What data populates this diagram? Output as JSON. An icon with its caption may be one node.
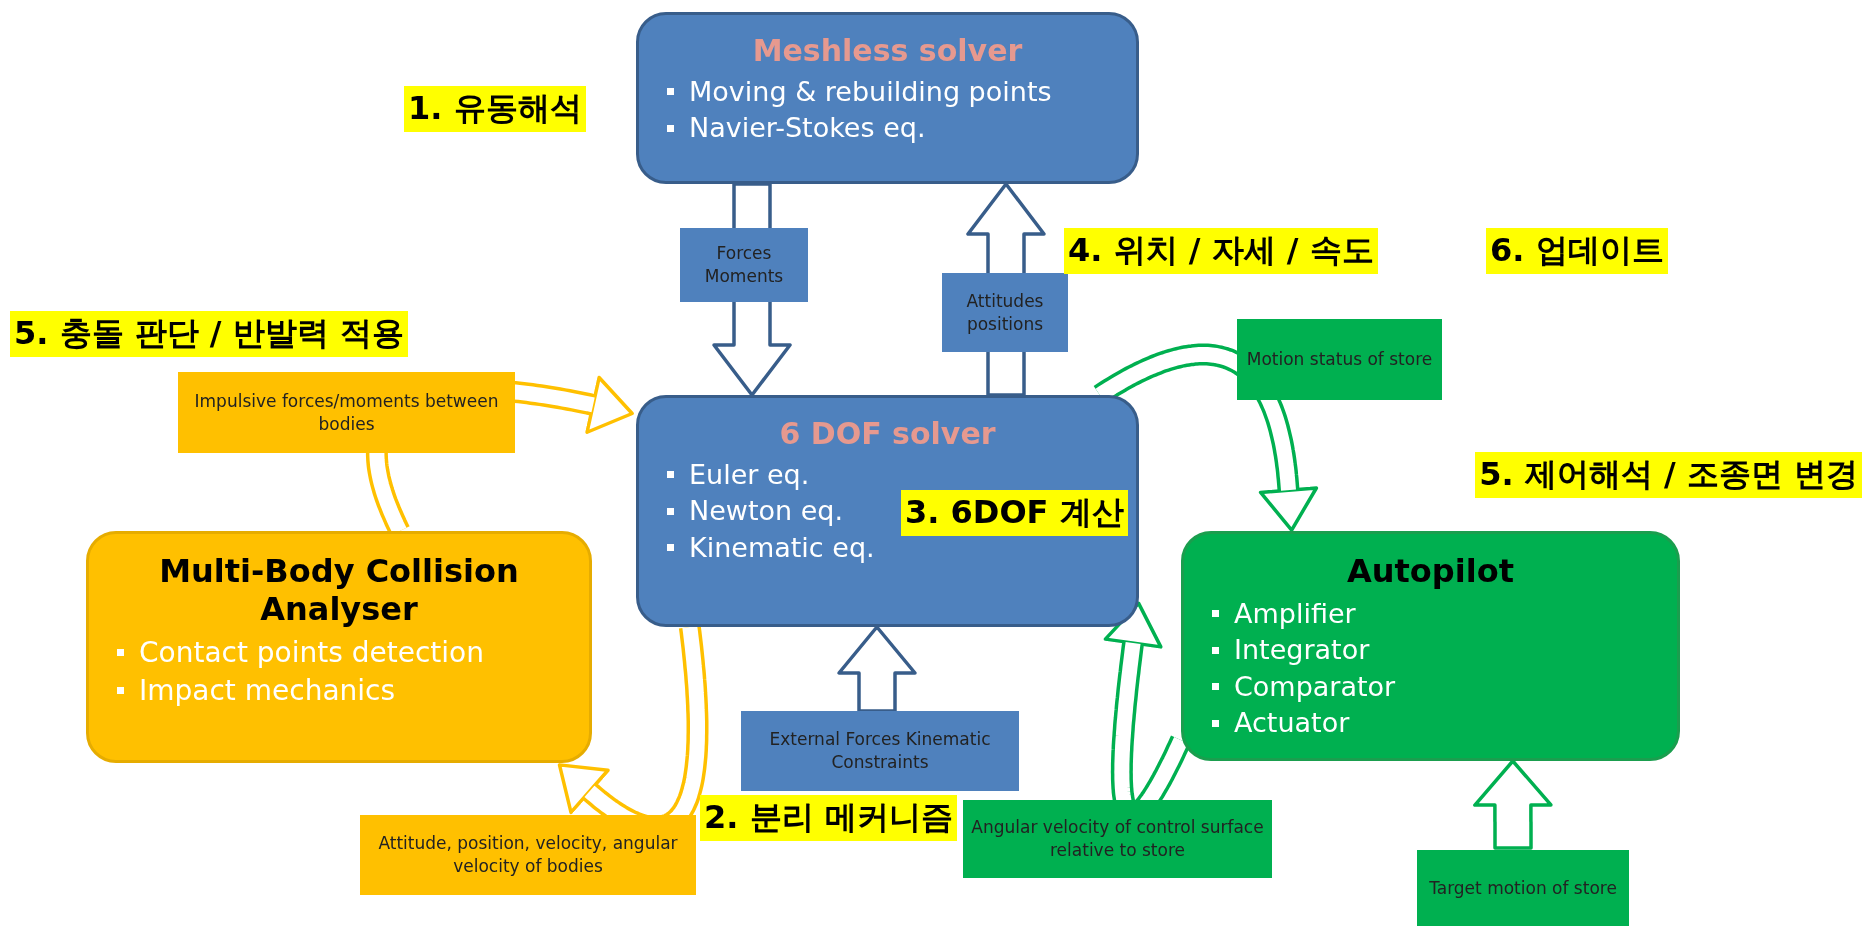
{
  "diagram": {
    "nodes": [
      {
        "text": [
          "Meshless solver",
          "Moving & rebuilding points",
          "Navier-Stokes eq."
        ]
      },
      {
        "text": [
          "6 DOF solver",
          "Euler eq.",
          "Newton eq.",
          "Kinematic eq."
        ]
      },
      {
        "text": [
          "Multi-Body Collision Analyser",
          "Contact points detection",
          "Impact mechanics"
        ]
      },
      {
        "text": [
          "Autopilot",
          "Amplifier",
          "Integrator",
          "Comparator",
          "Actuator"
        ]
      }
    ],
    "edges": [
      {
        "from": 0,
        "to": 1,
        "arrow": "to",
        "label": "Forces Moments"
      },
      {
        "from": 1,
        "to": 0,
        "arrow": "to",
        "label": "Attitudes positions"
      },
      {
        "from": null,
        "to": 1,
        "arrow": "to",
        "label": "External Forces Kinematic Constraints"
      },
      {
        "from": 1,
        "to": 3,
        "arrow": "to",
        "label": "Motion status of store",
        "color": "#00b050"
      },
      {
        "from": 3,
        "to": 1,
        "arrow": "to",
        "label": "Angular velocity of control surface relative to store",
        "color": "#00b050"
      },
      {
        "from": null,
        "to": 3,
        "arrow": "to",
        "label": "Target motion of store",
        "color": "#00b050"
      },
      {
        "from": 2,
        "to": 1,
        "arrow": "to",
        "label": "Impulsive forces/moments between bodies",
        "color": "#ffc000"
      },
      {
        "from": 1,
        "to": 2,
        "arrow": "to",
        "label": "Attitude, position, velocity, angular velocity of bodies",
        "color": "#ffc000"
      }
    ],
    "labels": [
      "1. 유동해석",
      "4. 위치 / 자세 / 속도",
      "6. 업데이트",
      "5. 충돌 판단 / 반발력 적용",
      "5. 제어해석 / 조종면 변경",
      "3. 6DOF 계산",
      "2. 분리 메커니즘"
    ]
  }
}
